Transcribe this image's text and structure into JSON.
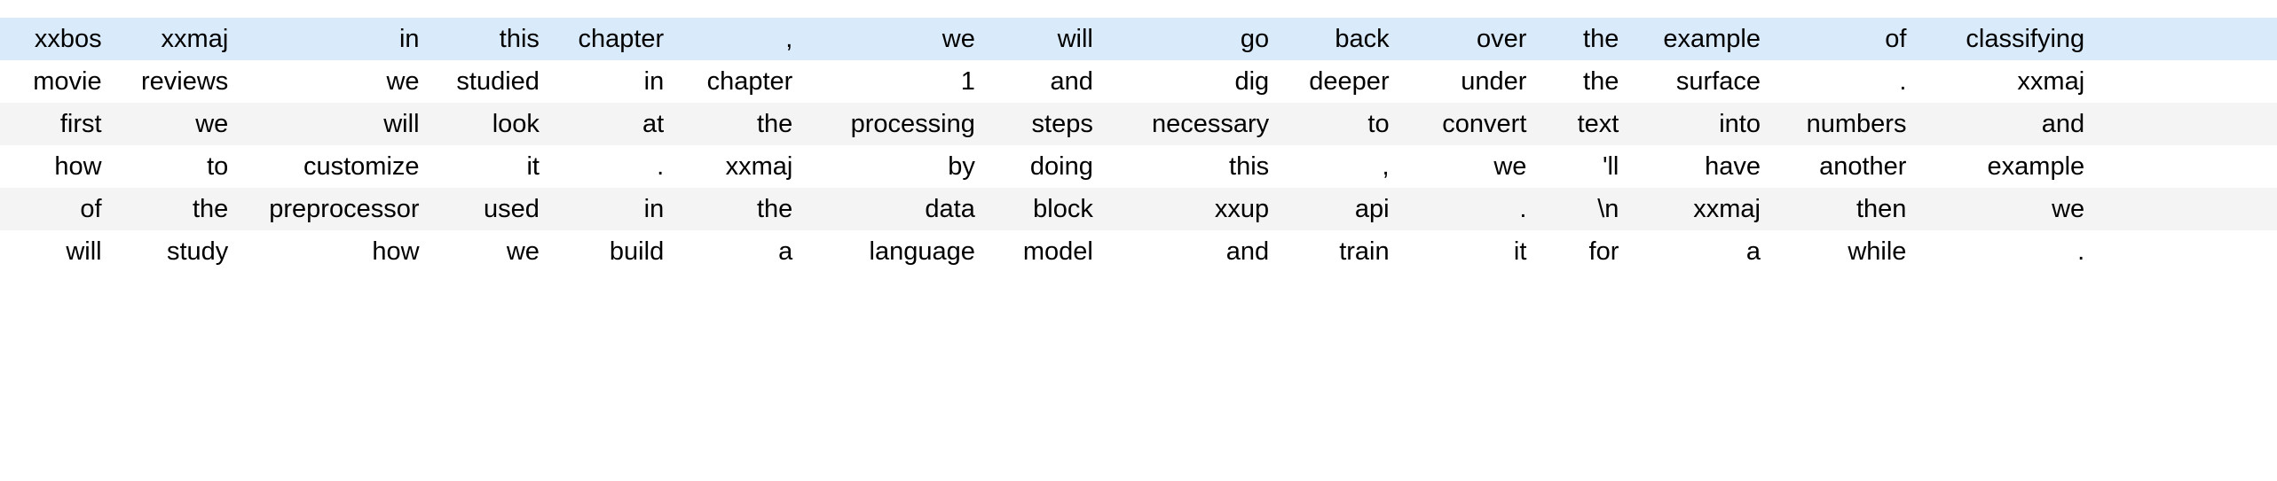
{
  "table": {
    "columns": 16,
    "rows": 6,
    "row_styles": [
      "highlight",
      "plain",
      "stripe",
      "plain",
      "stripe",
      "plain"
    ],
    "colors": {
      "highlight_row_background": "#d9eafb",
      "stripe_row_background": "#f4f4f4",
      "plain_row_background": "#ffffff",
      "text": "#000000",
      "page_background": "#ffffff"
    },
    "text_align": "right",
    "rows_data": [
      [
        "xxbos",
        "xxmaj",
        "in",
        "this",
        "chapter",
        ",",
        "we",
        "will",
        "go",
        "back",
        "over",
        "the",
        "example",
        "of",
        "classifying"
      ],
      [
        "movie",
        "reviews",
        "we",
        "studied",
        "in",
        "chapter",
        "1",
        "and",
        "dig",
        "deeper",
        "under",
        "the",
        "surface",
        ".",
        "xxmaj"
      ],
      [
        "first",
        "we",
        "will",
        "look",
        "at",
        "the",
        "processing",
        "steps",
        "necessary",
        "to",
        "convert",
        "text",
        "into",
        "numbers",
        "and"
      ],
      [
        "how",
        "to",
        "customize",
        "it",
        ".",
        "xxmaj",
        "by",
        "doing",
        "this",
        ",",
        "we",
        "'ll",
        "have",
        "another",
        "example"
      ],
      [
        "of",
        "the",
        "preprocessor",
        "used",
        "in",
        "the",
        "data",
        "block",
        "xxup",
        "api",
        ".",
        "\\n",
        "xxmaj",
        "then",
        "we"
      ],
      [
        "will",
        "study",
        "how",
        "we",
        "build",
        "a",
        "language",
        "model",
        "and",
        "train",
        "it",
        "for",
        "a",
        "while",
        "."
      ]
    ]
  }
}
